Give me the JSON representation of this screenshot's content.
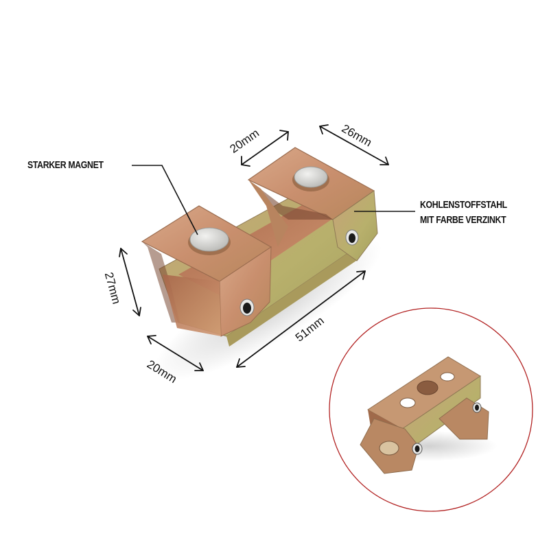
{
  "labels": {
    "magnet": "STARKER MAGNET",
    "material_line1": "KOHLENSTOFFSTAHL",
    "material_line2": "MIT FARBE VERZINKT"
  },
  "dimensions": {
    "top_width": "20mm",
    "top_length": "26mm",
    "height": "27mm",
    "base_width": "20mm",
    "total_length": "51mm"
  },
  "colors": {
    "background": "#ffffff",
    "text": "#111111",
    "metal_copper": "#c9906f",
    "metal_green": "#b5b06a",
    "magnet_silver": "#d8d8d6",
    "inset_circle_border": "#c0392b"
  },
  "images": {
    "main_product": "v-type-magnetic-welding-clamp-front-view",
    "inset_product": "v-type-magnetic-welding-clamp-alternate-view"
  }
}
